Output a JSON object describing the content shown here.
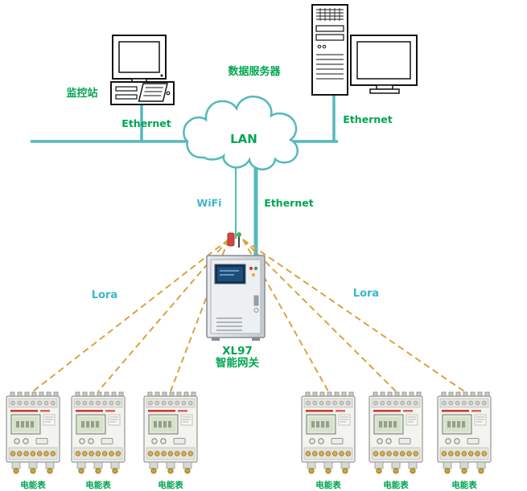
{
  "nodes": {
    "workstation": {
      "label": "监控站"
    },
    "server": {
      "label": "数据服务器"
    },
    "lan": {
      "label": "LAN"
    },
    "gateway": {
      "model": "XL97",
      "name": "智能网关"
    }
  },
  "links": {
    "ethernet_left": {
      "label": "Ethernet"
    },
    "ethernet_right": {
      "label": "Ethernet"
    },
    "wifi": {
      "label": "WiFi"
    },
    "ethernet_down": {
      "label": "Ethernet"
    },
    "lora_left": {
      "label": "Lora"
    },
    "lora_right": {
      "label": "Lora"
    }
  },
  "meters": [
    {
      "label": "电能表"
    },
    {
      "label": "电能表"
    },
    {
      "label": "电能表"
    },
    {
      "label": "电能表"
    },
    {
      "label": "电能表"
    },
    {
      "label": "电能表"
    }
  ],
  "colors": {
    "network_line": "#53b9bc",
    "label_green": "#00a651",
    "label_cyan": "#3ab7c9",
    "dashed_line": "#d8a43e"
  }
}
